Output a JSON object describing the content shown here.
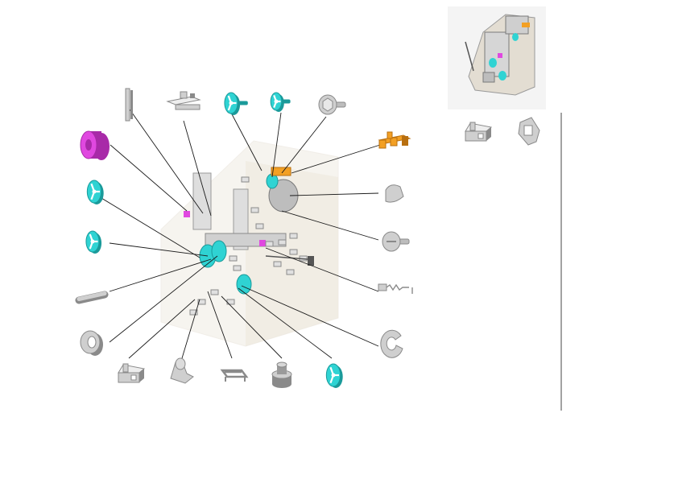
{
  "colors": {
    "background": "#ffffff",
    "leader_line": "#1a1a1a",
    "divider": "#444444",
    "cyan_part": "#2fd3d3",
    "cyan_dark": "#1a9a9a",
    "magenta_part": "#e048e0",
    "magenta_dark": "#a82aa8",
    "orange_part": "#f3a024",
    "orange_dark": "#b86f10",
    "gray_part": "#cfcfcf",
    "gray_dark": "#8a8a8a",
    "assembly_frame": "#e6e0d4"
  },
  "diagram": {
    "type": "exploded-parts-diagram",
    "text_labels": [],
    "parts": [
      {
        "id": "rail-bracket",
        "kind": "rail",
        "color": "gray"
      },
      {
        "id": "clip-plate",
        "kind": "clip",
        "color": "gray"
      },
      {
        "id": "cyan-gear-shaft-1",
        "kind": "gear-shaft",
        "color": "cyan"
      },
      {
        "id": "cyan-gear-shaft-2",
        "kind": "gear-shaft",
        "color": "cyan"
      },
      {
        "id": "hex-screw",
        "kind": "screw",
        "color": "gray"
      },
      {
        "id": "magenta-roller",
        "kind": "roller",
        "color": "magenta"
      },
      {
        "id": "orange-bracket",
        "kind": "bracket",
        "color": "orange"
      },
      {
        "id": "cyan-gear-1",
        "kind": "gear",
        "color": "cyan"
      },
      {
        "id": "motor-cap",
        "kind": "cap",
        "color": "gray"
      },
      {
        "id": "cyan-gear-2",
        "kind": "gear",
        "color": "cyan"
      },
      {
        "id": "round-screw",
        "kind": "screw",
        "color": "gray"
      },
      {
        "id": "pin-shaft",
        "kind": "pin",
        "color": "gray"
      },
      {
        "id": "spring-pin",
        "kind": "spring",
        "color": "gray"
      },
      {
        "id": "bushing",
        "kind": "bushing",
        "color": "gray"
      },
      {
        "id": "c-ring",
        "kind": "c-ring",
        "color": "gray"
      },
      {
        "id": "latch-block",
        "kind": "latch",
        "color": "gray"
      },
      {
        "id": "lever-arm",
        "kind": "lever",
        "color": "gray"
      },
      {
        "id": "wire-clip",
        "kind": "wire-clip",
        "color": "gray"
      },
      {
        "id": "stepped-collar",
        "kind": "collar",
        "color": "gray"
      },
      {
        "id": "cyan-gear-3",
        "kind": "gear",
        "color": "cyan"
      },
      {
        "id": "latch-block-side",
        "kind": "latch",
        "color": "gray"
      },
      {
        "id": "frame-bracket-side",
        "kind": "bracket",
        "color": "gray"
      }
    ]
  }
}
